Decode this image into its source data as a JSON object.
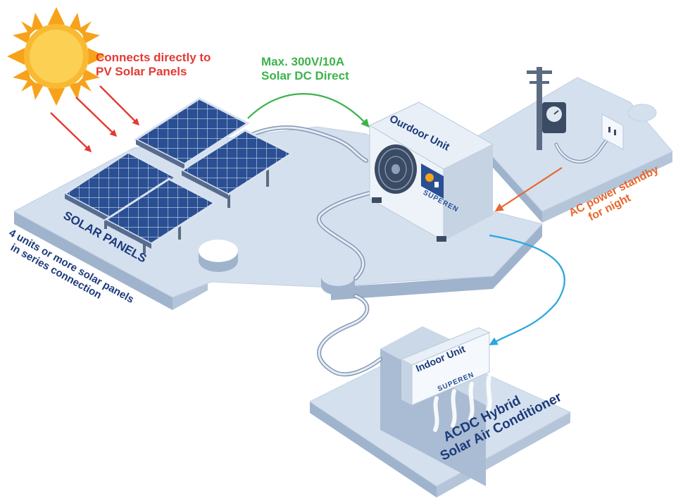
{
  "labels": {
    "sun_caption_line1": "Connects directly to",
    "sun_caption_line2": "PV Solar Panels",
    "dc_line1": "Max. 300V/10A",
    "dc_line2": "Solar DC Direct",
    "outdoor_unit": "Ourdoor Unit",
    "brand": "SUPEREN",
    "solar_panels": "SOLAR PANELS",
    "series_line1": "4 units or more solar panels",
    "series_line2": "in series connection",
    "ac_line1": "AC power standby",
    "ac_line2": "for night",
    "indoor_unit": "Indoor Unit",
    "product_line1": "ACDC Hybrid",
    "product_line2": "Solar Air Conditioner"
  },
  "colors": {
    "sun": "#f7a21a",
    "sun_arrows": "#e23a33",
    "dc_arrow": "#3bb34a",
    "ac_arrow": "#e8672d",
    "indoor_arrow": "#2aa6e0",
    "platform_top": "#d4e0ee",
    "platform_side": "#9fb3cc",
    "panel": "#2a4f93",
    "text_navy": "#1c3a7a"
  }
}
